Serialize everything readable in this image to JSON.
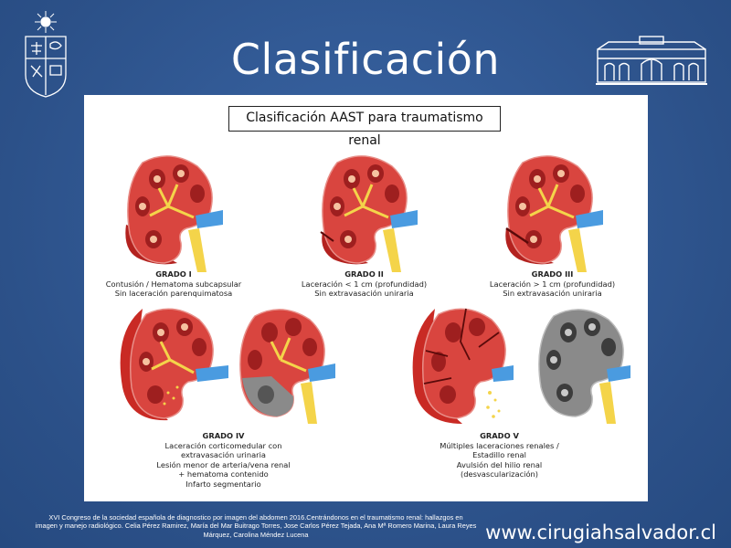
{
  "slide": {
    "title": "Clasificación",
    "website": "www.cirugiahsalvador.cl"
  },
  "figure": {
    "title": "Clasificación AAST para traumatismo renal",
    "grades": [
      {
        "name": "GRADO I",
        "lines": [
          "Contusión / Hematoma subcapsular",
          "Sin laceración parenquimatosa"
        ]
      },
      {
        "name": "GRADO II",
        "lines": [
          "Laceración < 1 cm (profundidad)",
          "Sin extravasación uniraria"
        ]
      },
      {
        "name": "GRADO III",
        "lines": [
          "Laceración > 1 cm (profundidad)",
          "Sin extravasación uniraria"
        ]
      },
      {
        "name": "GRADO IV",
        "lines": [
          "Laceración corticomedular con",
          "extravasación urinaria",
          "Lesión menor de arteria/vena renal",
          "+ hematoma contenido",
          "Infarto segmentario"
        ]
      },
      {
        "name": "GRADO V",
        "lines": [
          "Múltiples laceraciones renales /",
          "Estadillo renal",
          "Avulsión del hilio renal",
          "(desvascularización)"
        ]
      }
    ]
  },
  "footnote": {
    "lines": [
      "XVI Congreso de la sociedad española de diagnostico por imagen del abdomen 2016.Centrándonos en el traumatismo renal: hallazgos en",
      "imagen y manejo radiológico. Celia Pérez Ramirez, María del Mar Buitrago Torres, Jose Carlos Pérez Tejada, Ana Mª Romero Marina, Laura Reyes",
      "Márquez, Carolina Méndez Lucena"
    ]
  },
  "colors": {
    "background": "#2f5792",
    "kidney_red": "#d9453f",
    "kidney_dark_red": "#b3221f",
    "kidney_gray": "#8a8a8a",
    "ureter_yellow": "#f4d44a",
    "vein_blue": "#4a9be0"
  }
}
